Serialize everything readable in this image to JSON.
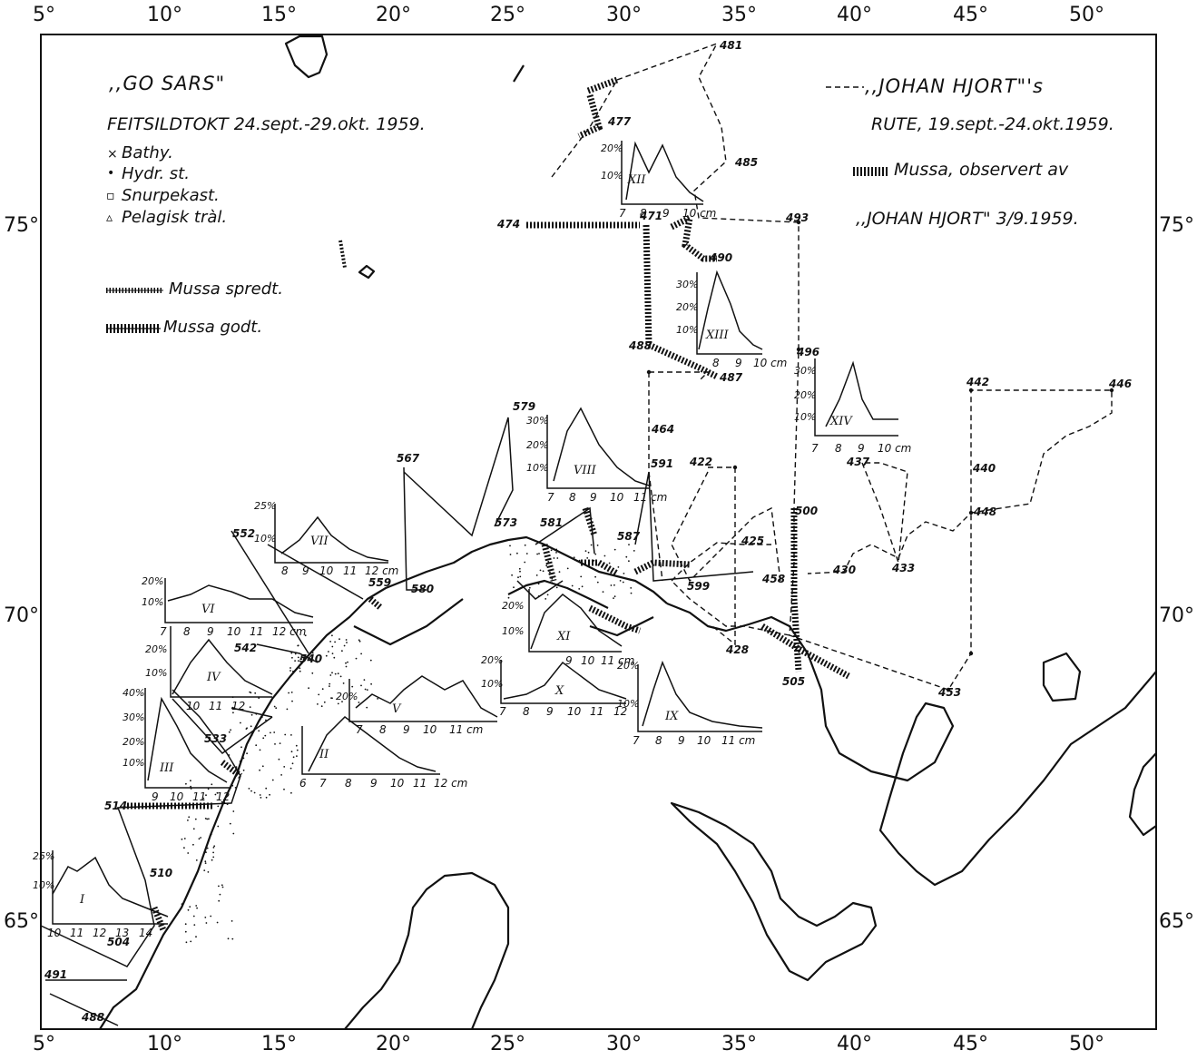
{
  "frame_ticks": {
    "top": [
      "5°",
      "10°",
      "15°",
      "20°",
      "25°",
      "30°",
      "35°",
      "40°",
      "45°",
      "50°"
    ],
    "bottom": [
      "5°",
      "10°",
      "15°",
      "20°",
      "25°",
      "30°",
      "35°",
      "40°",
      "45°",
      "50°"
    ],
    "left": [
      "75°",
      "70°",
      "65°"
    ],
    "right": [
      "75°",
      "70°",
      "65°"
    ]
  },
  "legend_left": {
    "ship": ",,GO SARS\"",
    "cruise": "FEITSILDTOKT  24.sept.-29.okt. 1959.",
    "items": [
      {
        "symbol": "×",
        "label": "Bathy."
      },
      {
        "symbol": "•",
        "label": "Hydr. st."
      },
      {
        "symbol": "▫",
        "label": "Snurpekast."
      },
      {
        "symbol": "▵",
        "label": "Pelagisk tràl."
      }
    ],
    "mussa_spredt": "Mussa spredt.",
    "mussa_godt": "Mussa godt."
  },
  "legend_right": {
    "route_line1": ",,JOHAN HJORT\"'s",
    "route_line2": "RUTE, 19.sept.-24.okt.1959.",
    "observed": "Mussa, observert av",
    "observed_by": ",,JOHAN HJORT\" 3/9.1959."
  },
  "stations": [
    "481",
    "477",
    "485",
    "474",
    "471",
    "493",
    "490",
    "496",
    "488",
    "487",
    "464",
    "591",
    "422",
    "437",
    "442",
    "446",
    "440",
    "448",
    "579",
    "567",
    "573",
    "581",
    "587",
    "425",
    "458",
    "430",
    "433",
    "500",
    "552",
    "559",
    "580",
    "599",
    "428",
    "505",
    "453",
    "542",
    "540",
    "533",
    "514",
    "510",
    "504",
    "491",
    "488"
  ],
  "histograms": [
    {
      "id": "I",
      "ticks": [
        "10",
        "11",
        "12",
        "13",
        "14"
      ],
      "pct": [
        "25%",
        "10%"
      ]
    },
    {
      "id": "II",
      "ticks": [
        "6",
        "7",
        "8",
        "9",
        "10",
        "11",
        "12 cm"
      ],
      "pct": []
    },
    {
      "id": "III",
      "ticks": [
        "9",
        "10",
        "11",
        "12"
      ],
      "pct": [
        "40%",
        "30%",
        "20%",
        "10%"
      ]
    },
    {
      "id": "IV",
      "ticks": [
        "10",
        "11",
        "12"
      ],
      "pct": [
        "20%",
        "10%"
      ]
    },
    {
      "id": "V",
      "ticks": [
        "7",
        "8",
        "9",
        "10",
        "11 cm"
      ],
      "pct": [
        "20%"
      ]
    },
    {
      "id": "VI",
      "ticks": [
        "7",
        "8",
        "9",
        "10",
        "11",
        "12 cm"
      ],
      "pct": [
        "20%",
        "10%"
      ]
    },
    {
      "id": "VII",
      "ticks": [
        "8",
        "9",
        "10",
        "11",
        "12 cm"
      ],
      "pct": [
        "25%",
        "10%"
      ]
    },
    {
      "id": "VIII",
      "ticks": [
        "7",
        "8",
        "9",
        "10",
        "11 cm"
      ],
      "pct": [
        "30%",
        "20%",
        "10%"
      ]
    },
    {
      "id": "IX",
      "ticks": [
        "7",
        "8",
        "9",
        "10",
        "11 cm"
      ],
      "pct": [
        "20%",
        "10%"
      ]
    },
    {
      "id": "X",
      "ticks": [
        "7",
        "8",
        "9",
        "10",
        "11",
        "12"
      ],
      "pct": [
        "20%",
        "10%"
      ]
    },
    {
      "id": "XI",
      "ticks": [
        "9",
        "10",
        "11 cm"
      ],
      "pct": [
        "20%",
        "10%"
      ]
    },
    {
      "id": "XII",
      "ticks": [
        "7",
        "8",
        "9",
        "10 cm"
      ],
      "pct": [
        "20%",
        "10%"
      ]
    },
    {
      "id": "XIII",
      "ticks": [
        "8",
        "9",
        "10 cm"
      ],
      "pct": [
        "30%",
        "20%",
        "10%"
      ]
    },
    {
      "id": "XIV",
      "ticks": [
        "7",
        "8",
        "9",
        "10 cm"
      ],
      "pct": [
        "30%",
        "20%",
        "10%"
      ]
    }
  ],
  "colors": {
    "ink": "#111111",
    "paper": "#ffffff"
  }
}
